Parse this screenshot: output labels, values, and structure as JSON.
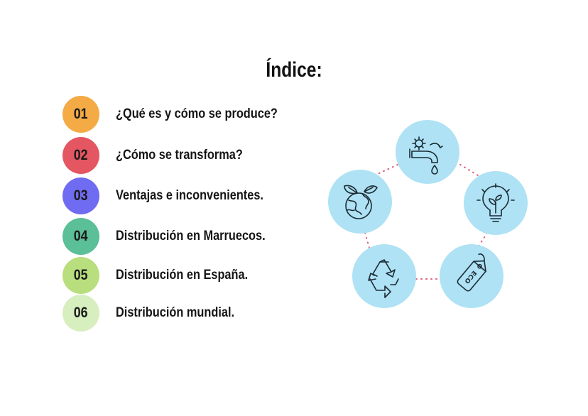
{
  "page": {
    "title": "Índice:"
  },
  "items": [
    {
      "number": "01",
      "label": "¿Qué es y cómo se produce?",
      "color": "#f4ab45"
    },
    {
      "number": "02",
      "label": "¿Cómo se transforma?",
      "color": "#e45661"
    },
    {
      "number": "03",
      "label": "Ventajas e inconvenientes.",
      "color": "#6f6cf2"
    },
    {
      "number": "04",
      "label": "Distribución en Marruecos.",
      "color": "#5bbf97"
    },
    {
      "number": "05",
      "label": "Distribución en España.",
      "color": "#b8de7e"
    },
    {
      "number": "06",
      "label": "Distribución mundial.",
      "color": "#d7eebf"
    }
  ],
  "diagram": {
    "circle_color": "#aee2f4",
    "connector_color": "#e0607c",
    "icons": [
      "oil-tap-gear-icon",
      "lightbulb-plant-icon",
      "eco-tag-icon",
      "recycle-icon",
      "earth-leaves-icon"
    ],
    "tag_text": "ECO"
  }
}
